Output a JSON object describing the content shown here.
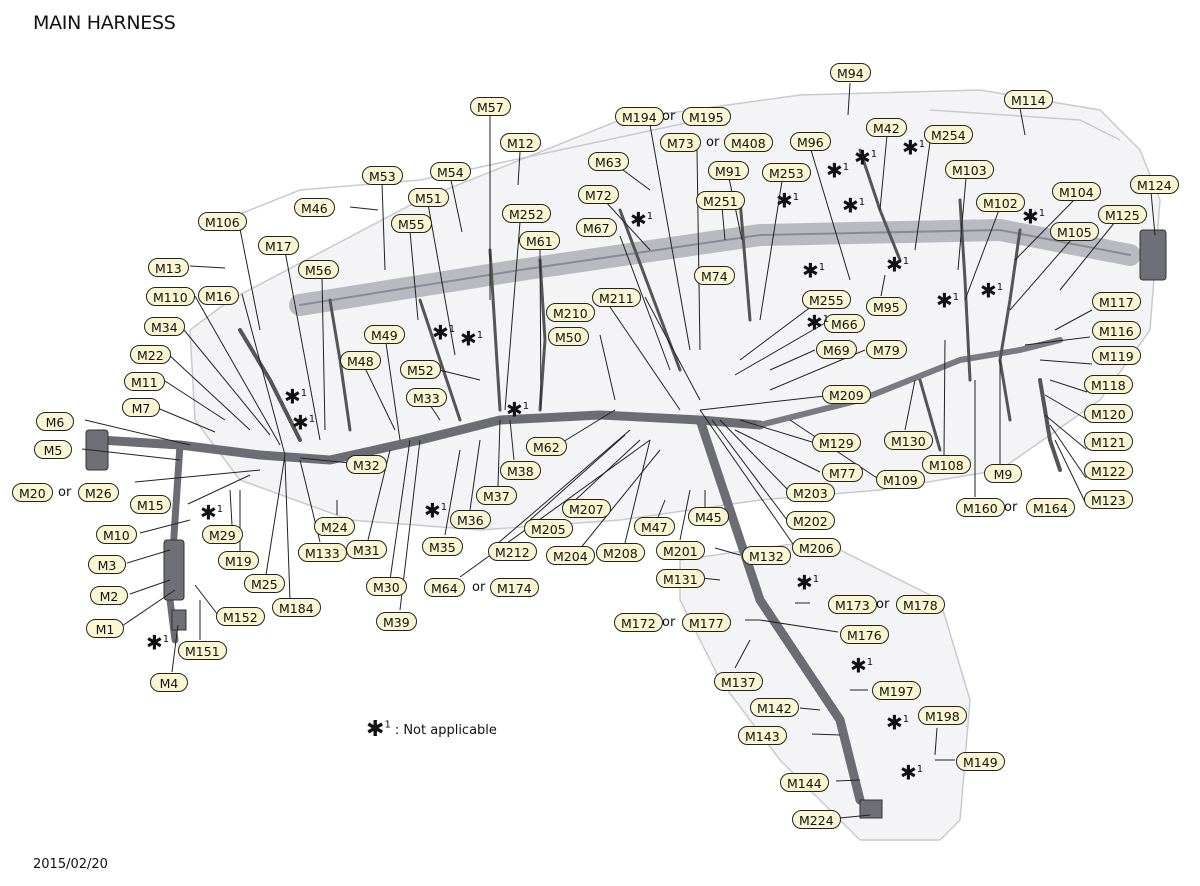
{
  "title": "MAIN HARNESS",
  "date": "2015/02/20",
  "note": {
    "symbol": "✱",
    "superscript": "1",
    "text": ": Not applicable"
  },
  "or_word": "or",
  "labels": [
    {
      "id": "M94"
    },
    {
      "id": "M114"
    },
    {
      "id": "M57"
    },
    {
      "id": "M194"
    },
    {
      "id": "M195"
    },
    {
      "id": "M12"
    },
    {
      "id": "M73"
    },
    {
      "id": "M408"
    },
    {
      "id": "M96"
    },
    {
      "id": "M42"
    },
    {
      "id": "M254"
    },
    {
      "id": "M63"
    },
    {
      "id": "M91"
    },
    {
      "id": "M253"
    },
    {
      "id": "M103"
    },
    {
      "id": "M53"
    },
    {
      "id": "M54"
    },
    {
      "id": "M124"
    },
    {
      "id": "M72"
    },
    {
      "id": "M251"
    },
    {
      "id": "M104"
    },
    {
      "id": "M51"
    },
    {
      "id": "M46"
    },
    {
      "id": "M102"
    },
    {
      "id": "M252"
    },
    {
      "id": "M125"
    },
    {
      "id": "M106"
    },
    {
      "id": "M55"
    },
    {
      "id": "M67"
    },
    {
      "id": "M61"
    },
    {
      "id": "M105"
    },
    {
      "id": "M17"
    },
    {
      "id": "M13"
    },
    {
      "id": "M56"
    },
    {
      "id": "M74"
    },
    {
      "id": "M110"
    },
    {
      "id": "M16"
    },
    {
      "id": "M211"
    },
    {
      "id": "M255"
    },
    {
      "id": "M95"
    },
    {
      "id": "M117"
    },
    {
      "id": "M210"
    },
    {
      "id": "M34"
    },
    {
      "id": "M66"
    },
    {
      "id": "M116"
    },
    {
      "id": "M49"
    },
    {
      "id": "M50"
    },
    {
      "id": "M22"
    },
    {
      "id": "M69"
    },
    {
      "id": "M79"
    },
    {
      "id": "M119"
    },
    {
      "id": "M48"
    },
    {
      "id": "M52"
    },
    {
      "id": "M11"
    },
    {
      "id": "M118"
    },
    {
      "id": "M209"
    },
    {
      "id": "M33"
    },
    {
      "id": "M7"
    },
    {
      "id": "M120"
    },
    {
      "id": "M6"
    },
    {
      "id": "M62"
    },
    {
      "id": "M129"
    },
    {
      "id": "M130"
    },
    {
      "id": "M121"
    },
    {
      "id": "M5"
    },
    {
      "id": "M108"
    },
    {
      "id": "M32"
    },
    {
      "id": "M38"
    },
    {
      "id": "M77"
    },
    {
      "id": "M122"
    },
    {
      "id": "M9"
    },
    {
      "id": "M109"
    },
    {
      "id": "M20"
    },
    {
      "id": "M26"
    },
    {
      "id": "M37"
    },
    {
      "id": "M203"
    },
    {
      "id": "M123"
    },
    {
      "id": "M15"
    },
    {
      "id": "M207"
    },
    {
      "id": "M160"
    },
    {
      "id": "M164"
    },
    {
      "id": "M36"
    },
    {
      "id": "M45"
    },
    {
      "id": "M202"
    },
    {
      "id": "M10"
    },
    {
      "id": "M29"
    },
    {
      "id": "M24"
    },
    {
      "id": "M205"
    },
    {
      "id": "M47"
    },
    {
      "id": "M35"
    },
    {
      "id": "M206"
    },
    {
      "id": "M31"
    },
    {
      "id": "M212"
    },
    {
      "id": "M133"
    },
    {
      "id": "M19"
    },
    {
      "id": "M201"
    },
    {
      "id": "M3"
    },
    {
      "id": "M204"
    },
    {
      "id": "M208"
    },
    {
      "id": "M132"
    },
    {
      "id": "M131"
    },
    {
      "id": "M25"
    },
    {
      "id": "M30"
    },
    {
      "id": "M64"
    },
    {
      "id": "M174"
    },
    {
      "id": "M2"
    },
    {
      "id": "M184"
    },
    {
      "id": "M173"
    },
    {
      "id": "M178"
    },
    {
      "id": "M152"
    },
    {
      "id": "M39"
    },
    {
      "id": "M172"
    },
    {
      "id": "M177"
    },
    {
      "id": "M1"
    },
    {
      "id": "M176"
    },
    {
      "id": "M151"
    },
    {
      "id": "M137"
    },
    {
      "id": "M4"
    },
    {
      "id": "M197"
    },
    {
      "id": "M142"
    },
    {
      "id": "M198"
    },
    {
      "id": "M143"
    },
    {
      "id": "M149"
    },
    {
      "id": "M144"
    },
    {
      "id": "M224"
    }
  ]
}
